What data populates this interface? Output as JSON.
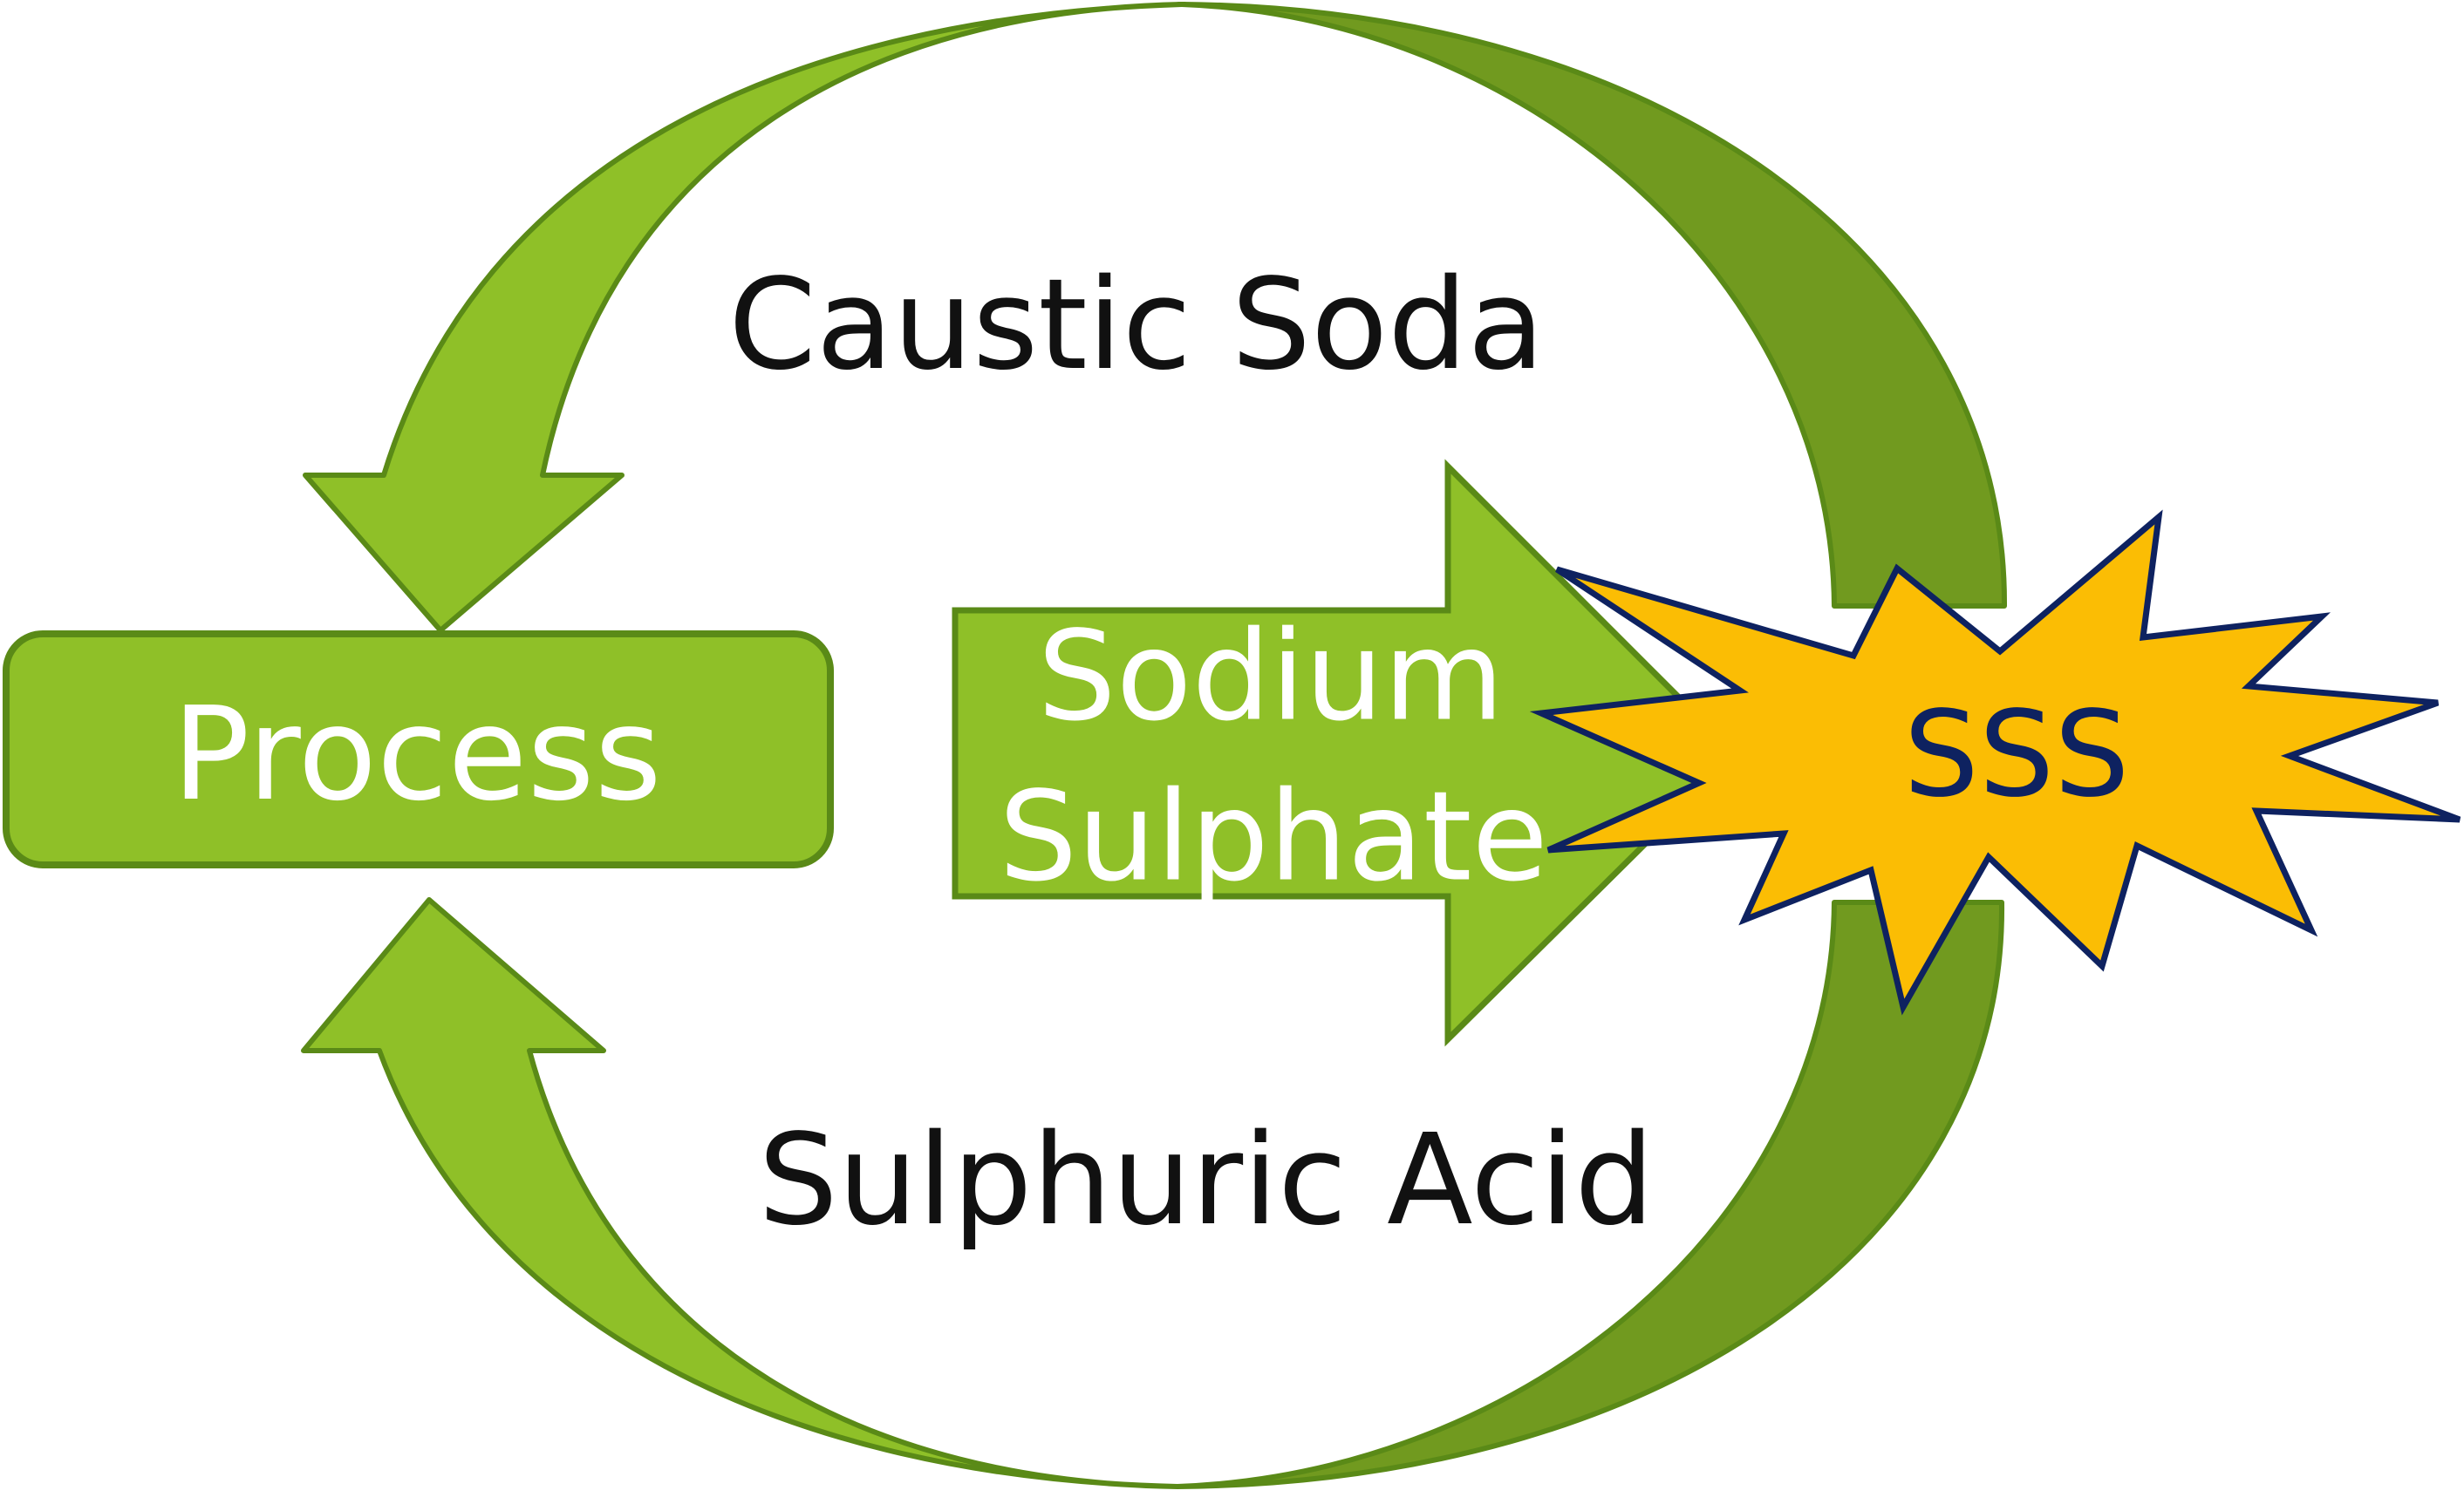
{
  "diagram": {
    "process_label": "Process",
    "top_flow_label": "Caustic Soda",
    "bottom_flow_label": "Sulphuric Acid",
    "product_label_line1": "Sodium",
    "product_label_line2": "Sulphate",
    "burst_label": "SSS"
  },
  "colors": {
    "arrow_light": "#8fc028",
    "arrow_dark": "#719a1f",
    "arrow_stroke": "#5a8a17",
    "burst_fill": "#fbbd04",
    "burst_stroke": "#0e2260",
    "label_dark": "#111111",
    "label_light": "#ffffff"
  }
}
